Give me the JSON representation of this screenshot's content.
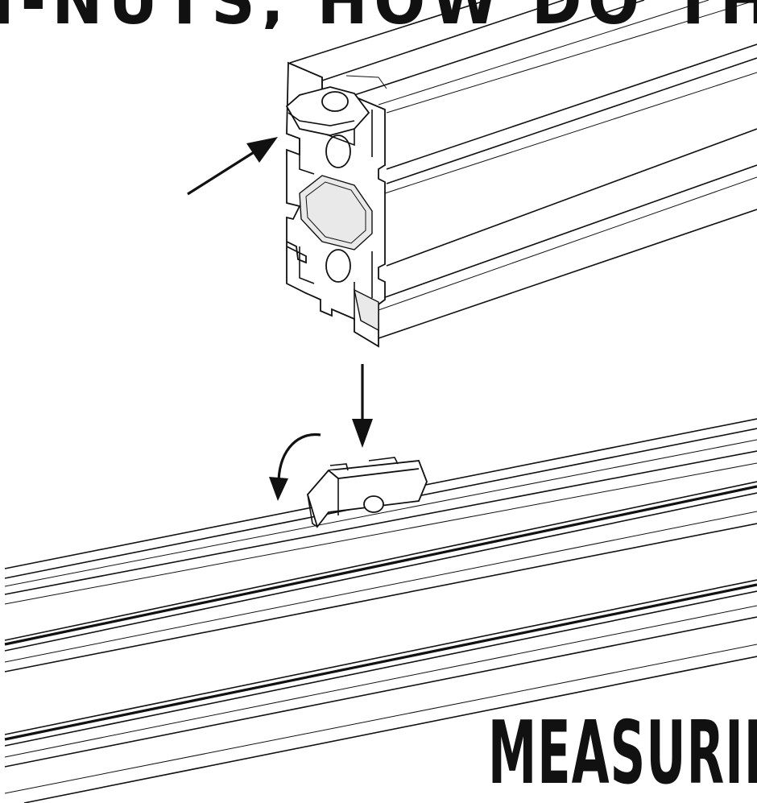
{
  "header": {
    "title": "T-NUTS, HOW DO THEY WORK?"
  },
  "footer": {
    "section_title": "MEASURING"
  },
  "diagram": {
    "arrows": [
      "insertion-arrow",
      "drop-arrow",
      "rotate-arrow"
    ],
    "parts": [
      "extrusion-profile",
      "t-nut",
      "base-rail"
    ]
  }
}
